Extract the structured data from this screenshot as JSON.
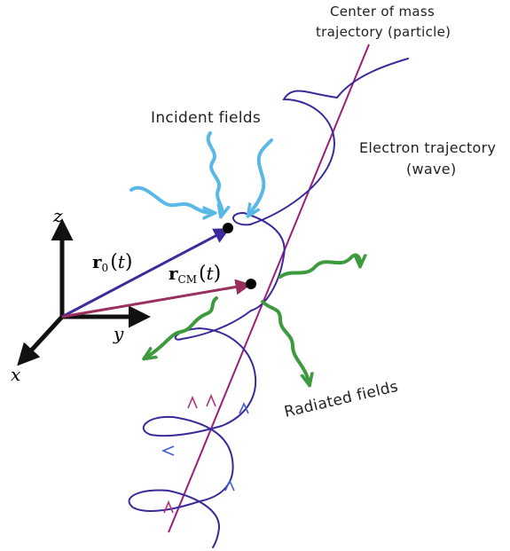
{
  "labels": {
    "center_of_mass_line1": "Center of mass",
    "center_of_mass_line2": "trajectory (particle)",
    "incident_fields": "Incident fields",
    "electron_trajectory_line1": "Electron trajectory",
    "electron_trajectory_line2": "(wave)",
    "radiated_fields": "Radiated fields"
  },
  "axes": {
    "x": "x",
    "y": "y",
    "z": "z"
  },
  "vectors": {
    "r0": {
      "symbol": "r",
      "subscript": "0",
      "open": "(",
      "arg": "t",
      "close": ")"
    },
    "rcm": {
      "symbol": "r",
      "subscript": "CM",
      "open": "(",
      "arg": "t",
      "close": ")"
    }
  },
  "colors": {
    "helix": "#3a2a9a",
    "center_of_mass_line": "#9a1f7a",
    "r0_vector": "#3d2b9c",
    "rcm_vector": "#9a2f5e",
    "incident_fields": "#5ab8e6",
    "radiated_fields": "#3d9a3d",
    "axes": "#111111",
    "small_arrow_red": "#b0307a",
    "small_arrow_blue": "#3f5fcf"
  }
}
